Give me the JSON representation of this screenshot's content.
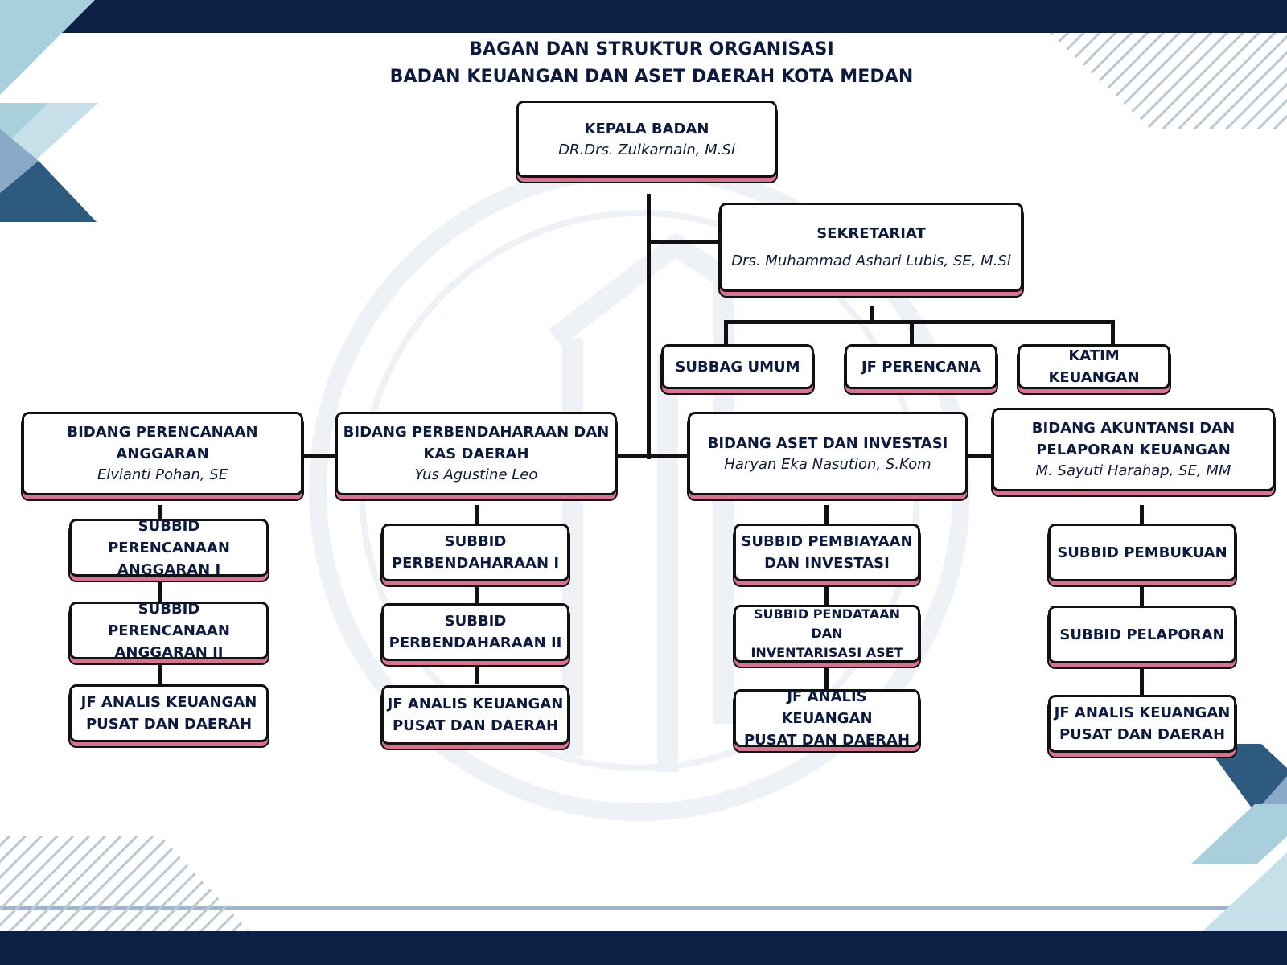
{
  "title": {
    "line1": "BAGAN DAN STRUKTUR ORGANISASI",
    "line2": "BADAN KEUANGAN DAN ASET DAERAH KOTA MEDAN"
  },
  "head": {
    "title": "KEPALA BADAN",
    "name": "DR.Drs. Zulkarnain, M.Si"
  },
  "secretariat": {
    "title": "SEKRETARIAT",
    "name": "Drs. Muhammad Ashari Lubis, SE, M.Si",
    "units": [
      "SUBBAG UMUM",
      "JF PERENCANA",
      "KATIM KEUANGAN"
    ]
  },
  "divisions": [
    {
      "title_l1": "BIDANG PERENCANAAN",
      "title_l2": "ANGGARAN",
      "name": "Elvianti Pohan, SE",
      "units": [
        {
          "l1": "SUBBID PERENCANAAN",
          "l2": "ANGGARAN I"
        },
        {
          "l1": "SUBBID PERENCANAAN",
          "l2": "ANGGARAN II"
        },
        {
          "l1": "JF ANALIS KEUANGAN",
          "l2": "PUSAT DAN DAERAH"
        }
      ]
    },
    {
      "title_l1": "BIDANG PERBENDAHARAAN DAN",
      "title_l2": "KAS DAERAH",
      "name": "Yus Agustine Leo",
      "units": [
        {
          "l1": "SUBBID",
          "l2": "PERBENDAHARAAN I"
        },
        {
          "l1": "SUBBID",
          "l2": "PERBENDAHARAAN II"
        },
        {
          "l1": "JF ANALIS KEUANGAN",
          "l2": "PUSAT DAN DAERAH"
        }
      ]
    },
    {
      "title_l1": "BIDANG ASET DAN INVESTASI",
      "title_l2": "",
      "name": "Haryan Eka Nasution, S.Kom",
      "units": [
        {
          "l1": "SUBBID PEMBIAYAAN",
          "l2": "DAN INVESTASI"
        },
        {
          "l1": "SUBBID PENDATAAN DAN",
          "l2": "INVENTARISASI ASET"
        },
        {
          "l1": "JF ANALIS KEUANGAN",
          "l2": "PUSAT DAN DAERAH"
        }
      ]
    },
    {
      "title_l1": "BIDANG AKUNTANSI DAN",
      "title_l2": "PELAPORAN KEUANGAN",
      "name": "M. Sayuti Harahap, SE, MM",
      "units": [
        {
          "l1": "SUBBID PEMBUKUAN",
          "l2": ""
        },
        {
          "l1": "SUBBID PELAPORAN",
          "l2": ""
        },
        {
          "l1": "JF ANALIS KEUANGAN",
          "l2": "PUSAT DAN DAERAH"
        }
      ]
    }
  ],
  "colors": {
    "navy": "#0c1f44",
    "accent_pink": "#d57390",
    "light_blue": "#a9cfdd",
    "steel_blue": "#2f5a80"
  }
}
